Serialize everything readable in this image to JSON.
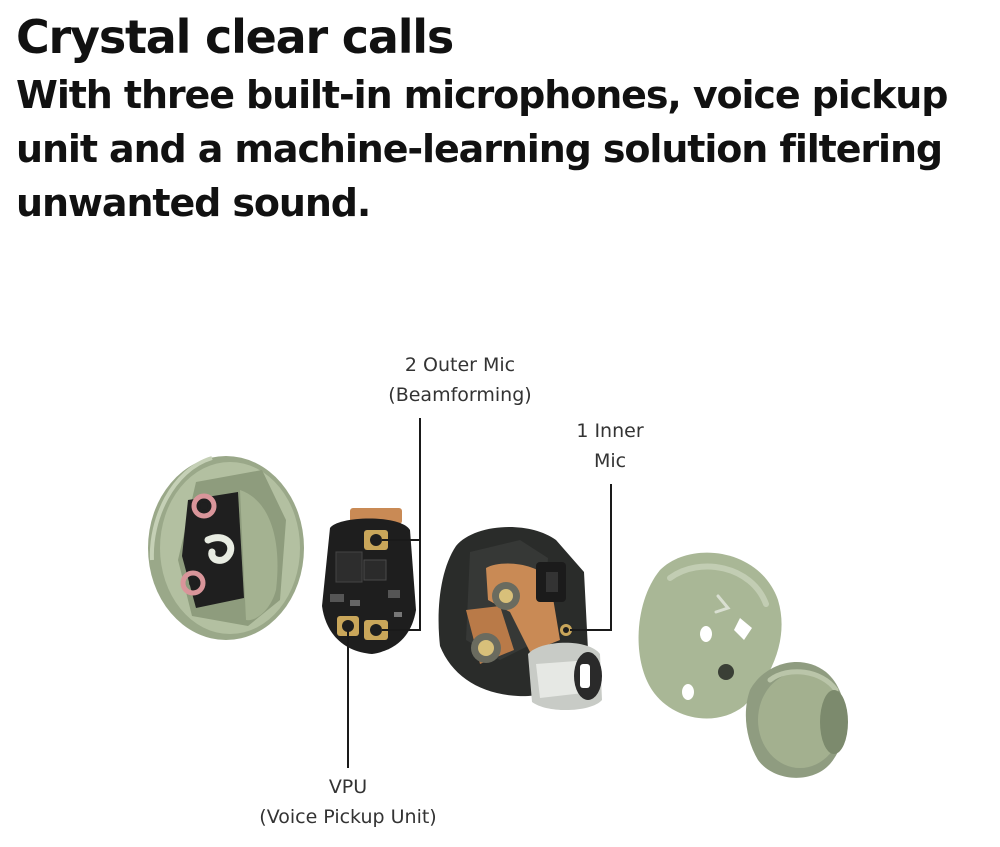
{
  "headline": "Crystal clear calls",
  "subhead": "With three built-in microphones, voice pickup unit and a machine-learning solution filtering unwanted sound.",
  "callouts": {
    "outer_mic": {
      "line1": "2 Outer Mic",
      "line2": "(Beamforming)"
    },
    "inner_mic": {
      "line1": "1 Inner",
      "line2": "Mic"
    },
    "vpu": {
      "line1": "VPU",
      "line2": "(Voice Pickup Unit)"
    }
  },
  "colors": {
    "earbud_green": "#a9b796",
    "earbud_green_dark": "#7f8d6e",
    "board_black": "#1e1e1e",
    "copper": "#c98a55",
    "gold": "#c9a65a",
    "mic_ring": "#d9959a"
  }
}
